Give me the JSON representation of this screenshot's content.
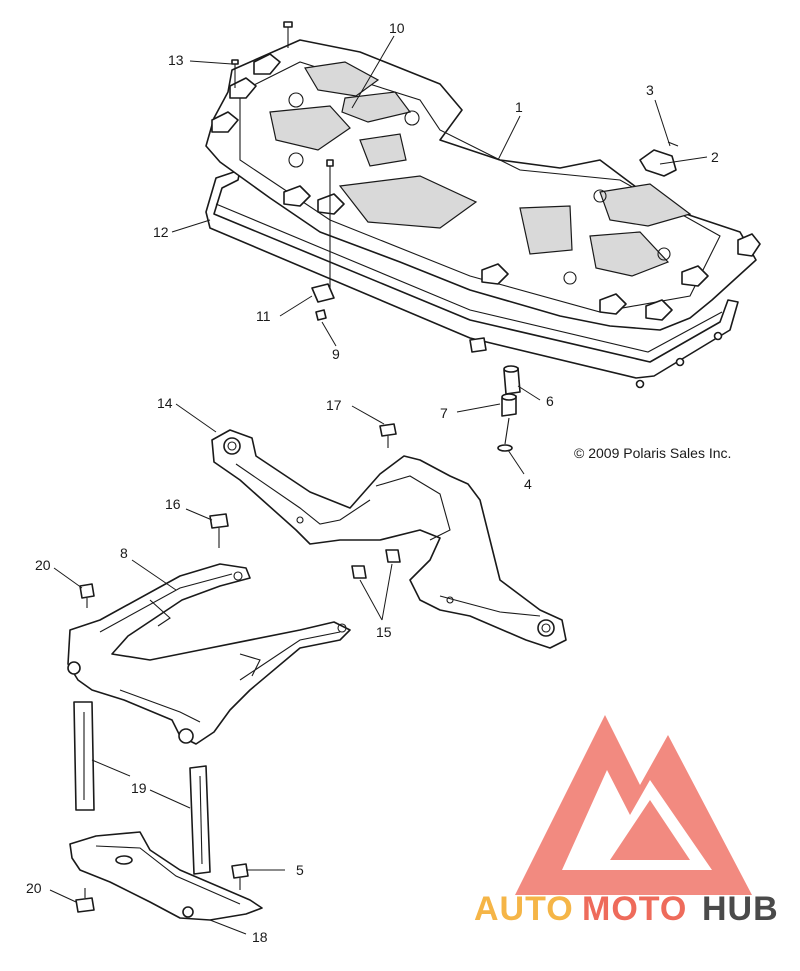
{
  "copyright": "© 2009 Polaris Sales Inc.",
  "callouts": {
    "c1": "1",
    "c2": "2",
    "c3": "3",
    "c4": "4",
    "c5": "5",
    "c6": "6",
    "c7": "7",
    "c8": "8",
    "c9": "9",
    "c10": "10",
    "c11": "11",
    "c12": "12",
    "c13": "13",
    "c14": "14",
    "c15": "15",
    "c16": "16",
    "c17": "17",
    "c18": "18",
    "c19": "19",
    "c20a": "20",
    "c20b": "20"
  },
  "watermark": {
    "word_auto": "AUTO",
    "word_moto": "MOTO",
    "word_hub": "HUB",
    "colors": {
      "triangle": "#f28a80",
      "auto": "#f5b547",
      "moto": "#ee6b5b",
      "hub": "#4a4a4a"
    }
  }
}
